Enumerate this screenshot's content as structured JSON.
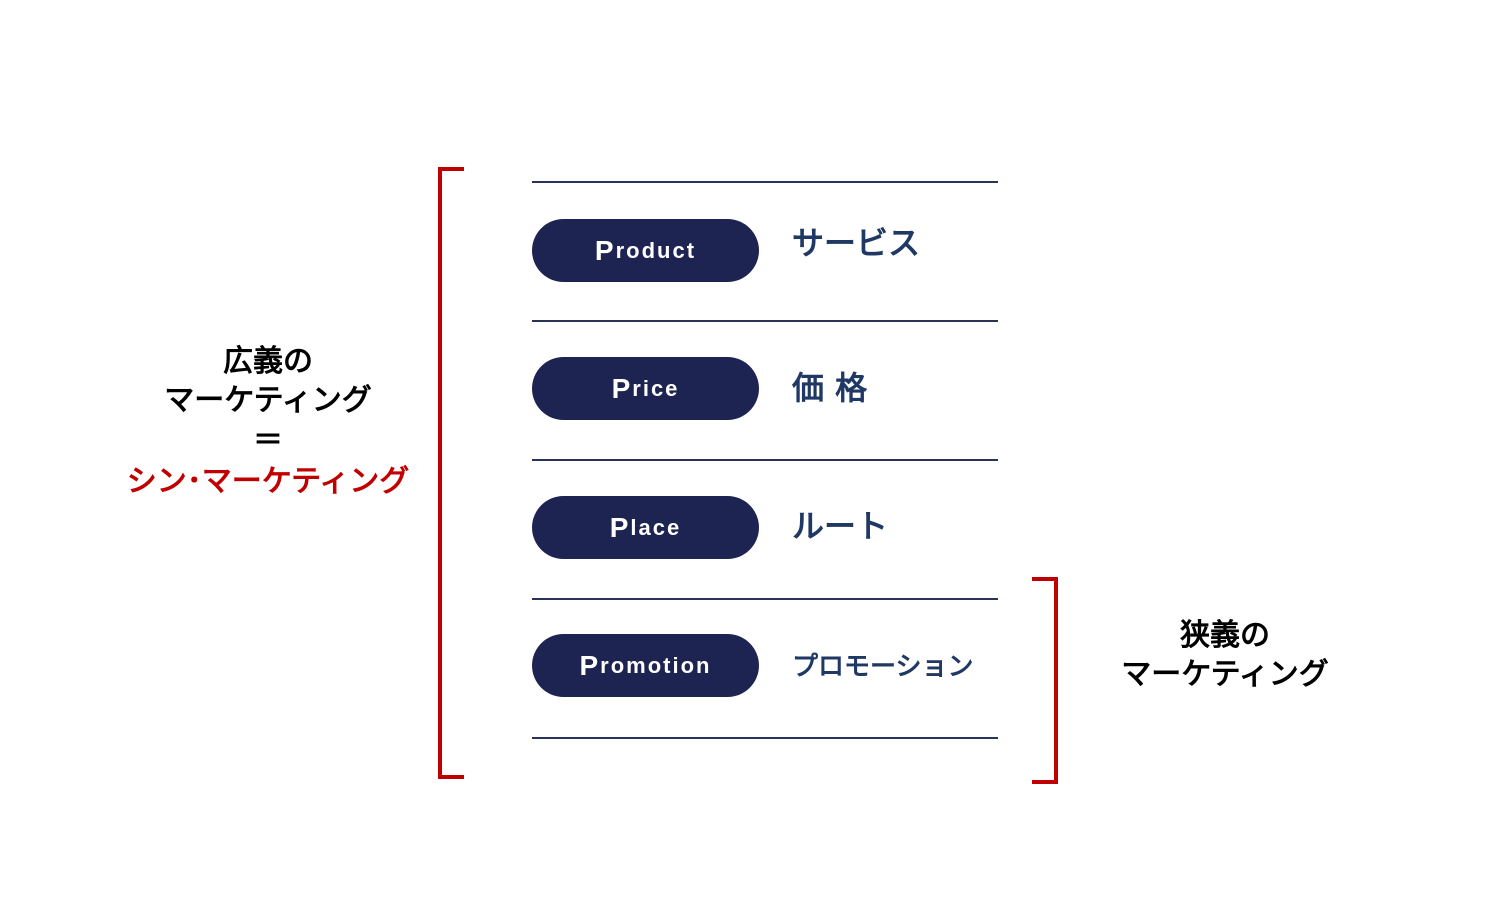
{
  "rows": [
    {
      "english_initial": "P",
      "english_rest": "roduct",
      "japanese": "サービス"
    },
    {
      "english_initial": "P",
      "english_rest": "rice",
      "japanese": "価 格"
    },
    {
      "english_initial": "P",
      "english_rest": "lace",
      "japanese": "ルート"
    },
    {
      "english_initial": "P",
      "english_rest": "romotion",
      "japanese": "プロモーション"
    }
  ],
  "left_label": {
    "line1": "広義の",
    "line2": "マーケティング",
    "equals": "＝",
    "line4": "シン･マーケティング"
  },
  "right_label": {
    "line1": "狭義の",
    "line2": "マーケティング"
  },
  "colors": {
    "navy": "#1e2451",
    "label_blue": "#1f3864",
    "red": "#c00000"
  }
}
